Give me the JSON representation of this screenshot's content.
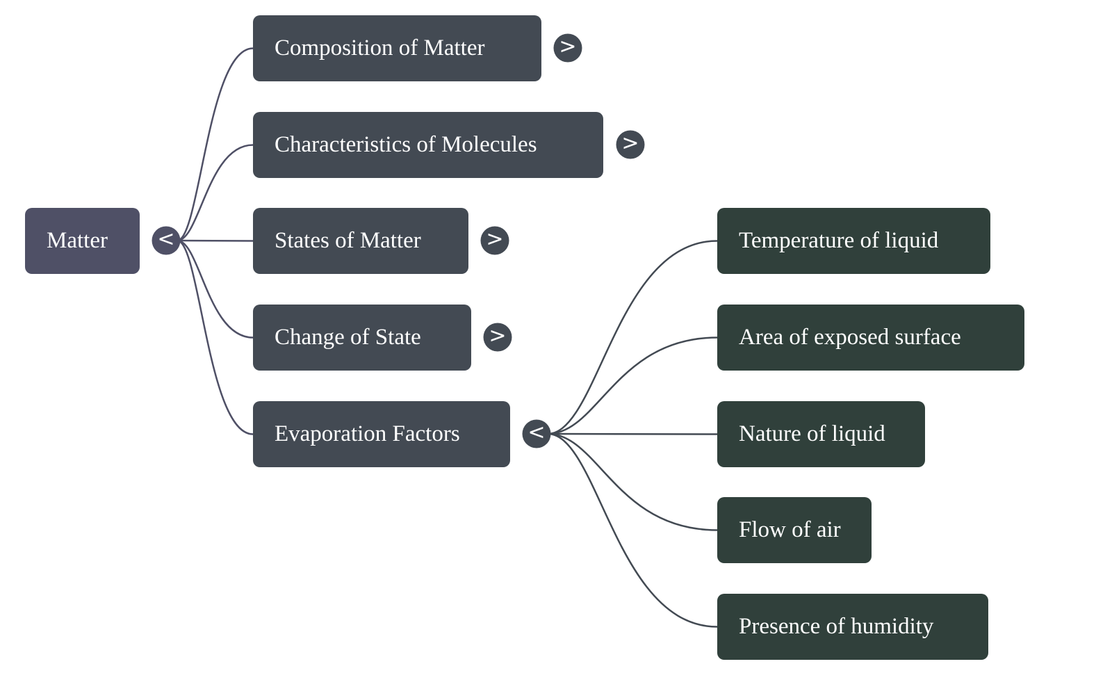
{
  "root": {
    "label": "Matter",
    "toggle": "<"
  },
  "branches": [
    {
      "label": "Composition of Matter",
      "toggle": ">"
    },
    {
      "label": "Characteristics of Molecules",
      "toggle": ">"
    },
    {
      "label": "States of Matter",
      "toggle": ">"
    },
    {
      "label": "Change of State",
      "toggle": ">"
    },
    {
      "label": "Evaporation Factors",
      "toggle": "<",
      "children": [
        {
          "label": "Temperature of liquid"
        },
        {
          "label": "Area of exposed surface"
        },
        {
          "label": "Nature of liquid"
        },
        {
          "label": "Flow of air"
        },
        {
          "label": "Presence of humidity"
        }
      ]
    }
  ],
  "colors": {
    "root": "#4f5066",
    "branch": "#434a53",
    "leaf": "#30403b"
  }
}
